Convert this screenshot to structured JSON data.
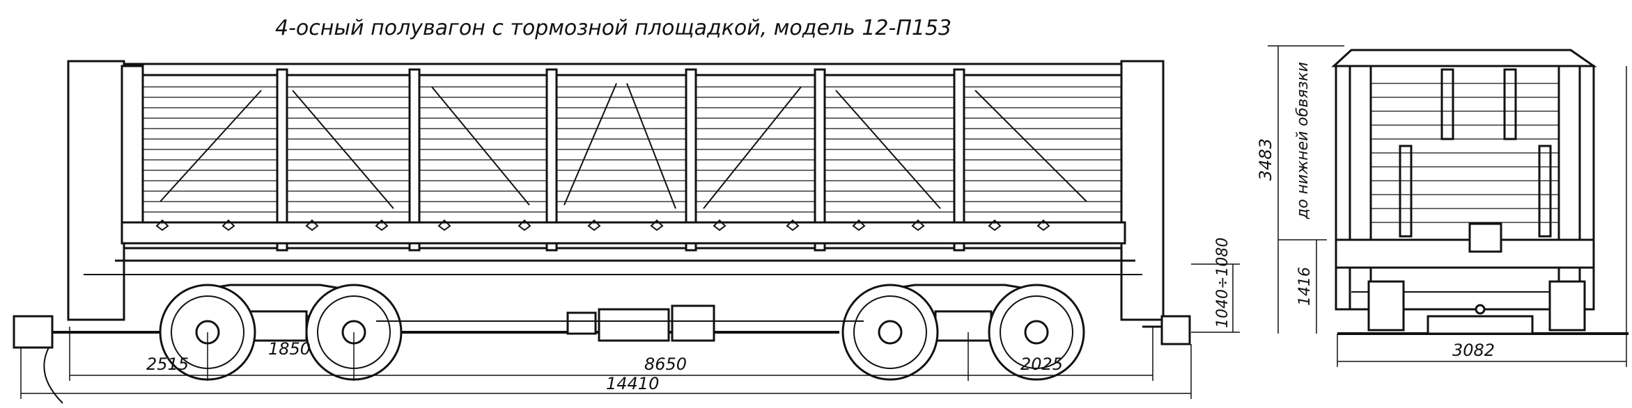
{
  "title": "4-осный  полувагон  с тормозной  площадкой,       модель 12-П153",
  "side_view": {
    "dims": {
      "end_overhang": "2515",
      "bogie_base": "1850",
      "bogie_centers": "8650",
      "brake_end": "2025",
      "overall_length": "14410",
      "coupler_height": "1040÷1080"
    }
  },
  "end_view": {
    "dims": {
      "height": "3483",
      "note": "до нижней обвязки",
      "frame_height": "1416",
      "width": "3082"
    }
  }
}
